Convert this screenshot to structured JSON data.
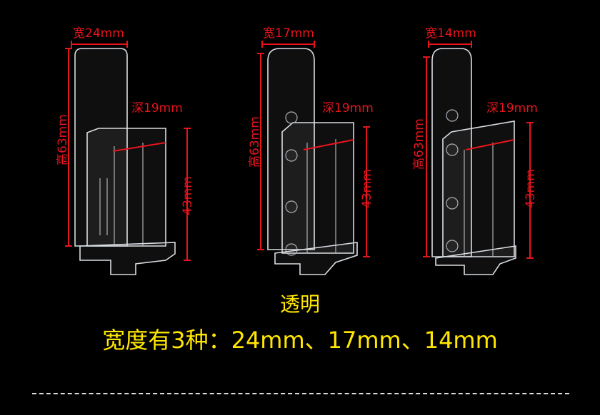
{
  "products": [
    {
      "width_label": "宽24mm",
      "height_label": "高63mm",
      "depth_label": "深19mm",
      "lower_label": "43mm"
    },
    {
      "width_label": "宽17mm",
      "height_label": "高63mm",
      "depth_label": "深19mm",
      "lower_label": "43mm"
    },
    {
      "width_label": "宽14mm",
      "height_label": "高63mm",
      "depth_label": "深19mm",
      "lower_label": "43mm"
    }
  ],
  "caption": {
    "material": "透明",
    "sizes": "宽度有3种：24mm、17mm、14mm"
  },
  "colors": {
    "dimension": "#e8141c",
    "caption": "#ffe600",
    "background": "#000000"
  }
}
